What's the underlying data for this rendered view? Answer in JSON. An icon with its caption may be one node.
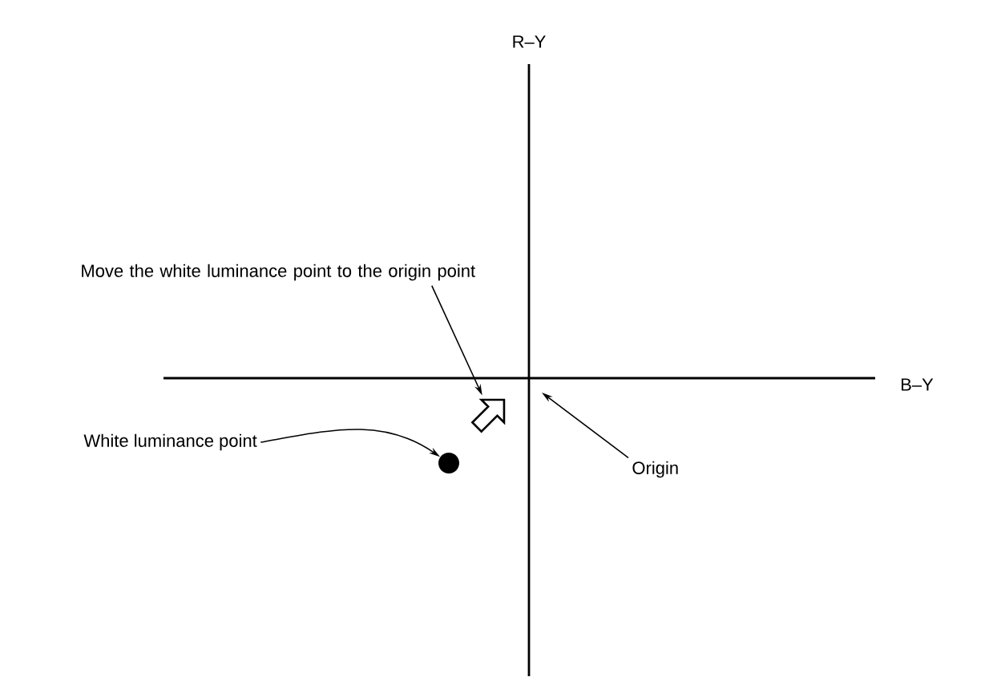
{
  "diagram": {
    "nodes": [
      {
        "text": [
          "Move the white luminance point to the origin point"
        ]
      },
      {
        "text": [],
        "shape": "arrow"
      },
      {
        "text": [
          "White luminance point"
        ]
      },
      {
        "text": [],
        "shape": "circle"
      },
      {
        "text": [
          "Origin"
        ]
      }
    ],
    "edges": [
      {
        "from": 0,
        "to": 1,
        "arrow": "to"
      },
      {
        "from": 2,
        "to": 3,
        "arrow": "to"
      },
      {
        "from": 4,
        "to": null,
        "arrow": "to"
      }
    ],
    "labels": [
      "R–Y",
      "B–Y"
    ]
  }
}
